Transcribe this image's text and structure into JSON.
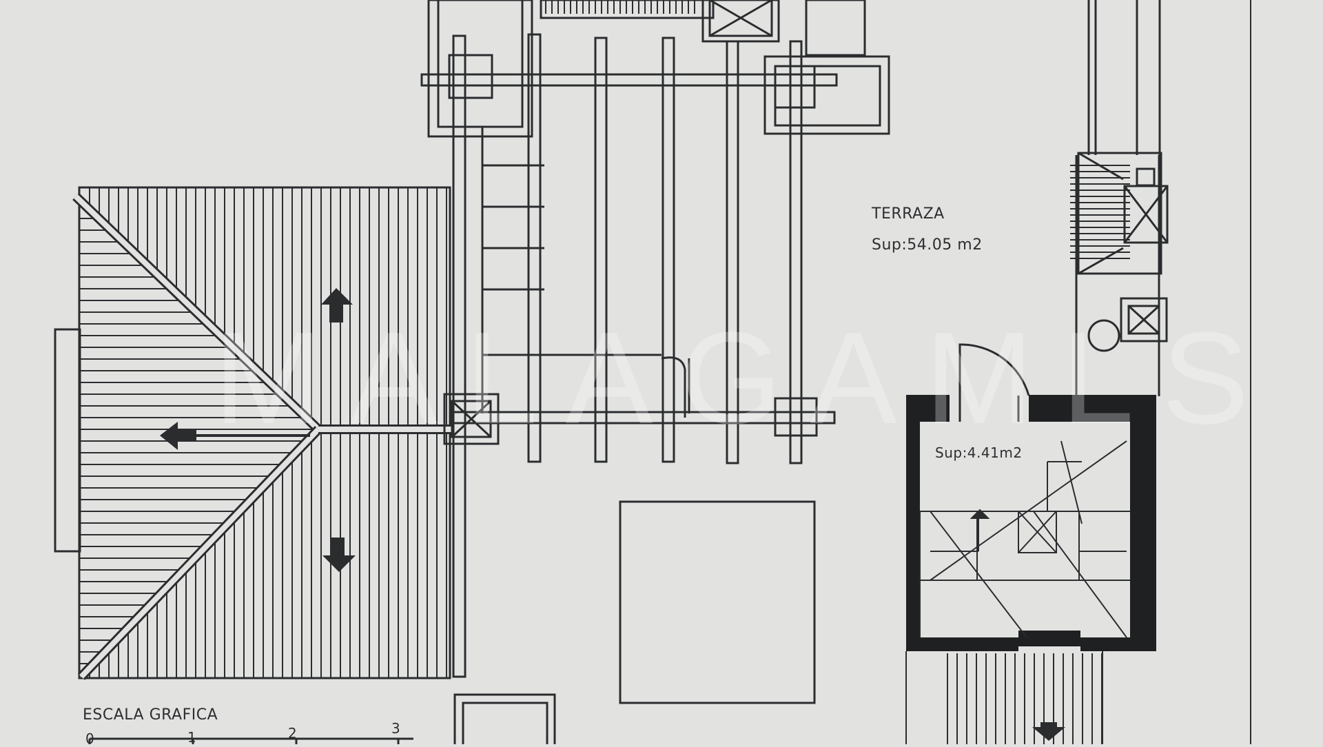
{
  "plan": {
    "terrace_label": "TERRAZA",
    "terrace_area": "Sup:54.05  m2",
    "stair_area": "Sup:4.41m2",
    "watermark": "MALAGAMLS"
  },
  "scale": {
    "title": "ESCALA GRAFICA",
    "ticks": [
      "0",
      "1",
      "2",
      "3"
    ]
  },
  "colors": {
    "paper": "#e2e3e1",
    "ink": "#2b2c2e",
    "wall_fill": "#1f2022"
  }
}
